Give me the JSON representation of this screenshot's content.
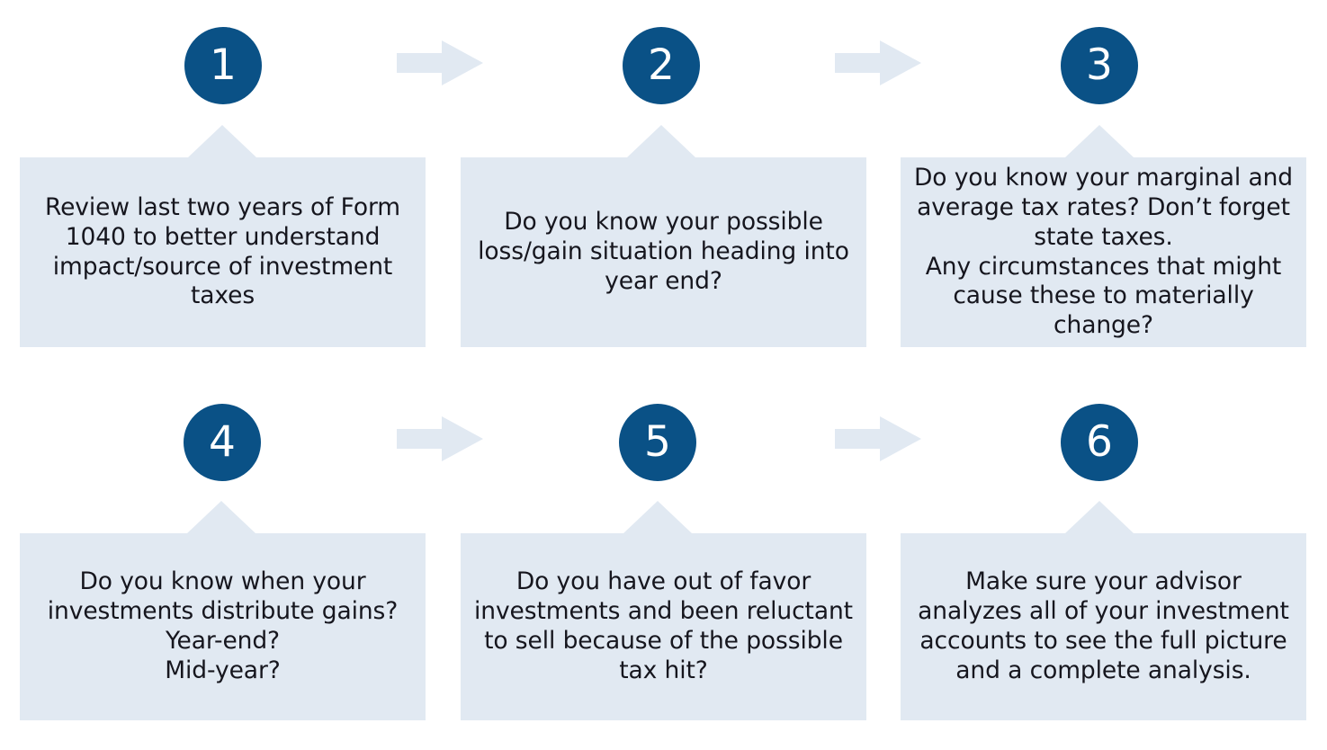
{
  "theme": {
    "accent_blue": "#0A5186",
    "box_fill": "#E1E9F2",
    "arrow_fill": "#E1E9F2",
    "text_color": "#16161E",
    "page_background": "#FFFFFF"
  },
  "diagram": {
    "type": "numbered-process-flow",
    "rows": 2,
    "columns": 3,
    "step_count": 6
  },
  "steps": [
    {
      "number": "1",
      "text": "Review last two years of Form 1040 to better understand impact/source of investment taxes"
    },
    {
      "number": "2",
      "text": "Do you know your possible loss/gain situation heading into year end?"
    },
    {
      "number": "3",
      "text": "Do you know your marginal and average tax rates? Don’t forget state taxes.\nAny circumstances that might cause these to materially change?"
    },
    {
      "number": "4",
      "text": "Do you know when your investments distribute gains?\nYear-end?\nMid-year?"
    },
    {
      "number": "5",
      "text": "Do you have out of favor investments and been reluctant to sell because of the possible tax hit?"
    },
    {
      "number": "6",
      "text": "Make sure your advisor analyzes all of your investment accounts to see the full picture and a complete analysis."
    }
  ],
  "connectors": [
    {
      "from": "1",
      "to": "2",
      "direction": "right"
    },
    {
      "from": "2",
      "to": "3",
      "direction": "right"
    },
    {
      "from": "4",
      "to": "5",
      "direction": "right"
    },
    {
      "from": "5",
      "to": "6",
      "direction": "right"
    }
  ]
}
